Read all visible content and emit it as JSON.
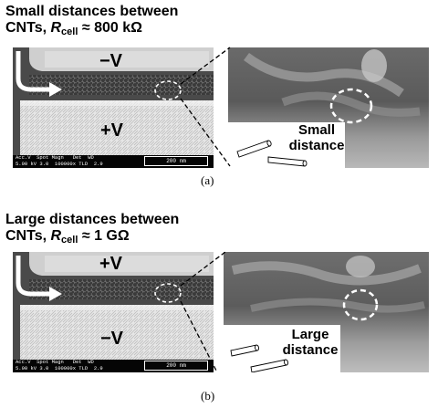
{
  "panel_a": {
    "title_line1": "Small distances between",
    "title_line2_prefix": "CNTs, ",
    "title_r": "R",
    "title_sub": "cell",
    "title_value": " ≈ 800 kΩ",
    "top_polarity": "−V",
    "bottom_polarity": "+V",
    "sem_bar_row1": "Acc.V  Spot Magn   Det  WD",
    "sem_bar_row2": "5.00 kV 3.0  100000x TLD  2.9",
    "scale_bar": "200 nm",
    "callout_line1": "Small",
    "callout_line2": "distance",
    "label": "(a)"
  },
  "panel_b": {
    "title_line1": "Large distances between",
    "title_line2_prefix": "CNTs, ",
    "title_r": "R",
    "title_sub": "cell",
    "title_value": " ≈ 1 GΩ",
    "top_polarity": "+V",
    "bottom_polarity": "−V",
    "sem_bar_row1": "Acc.V  Spot Magn   Det  WD",
    "sem_bar_row2": "5.00 kV 3.0  100000x TLD  2.9",
    "scale_bar": "200 nm",
    "callout_line1": "Large",
    "callout_line2": "distance",
    "label": "(b)"
  }
}
